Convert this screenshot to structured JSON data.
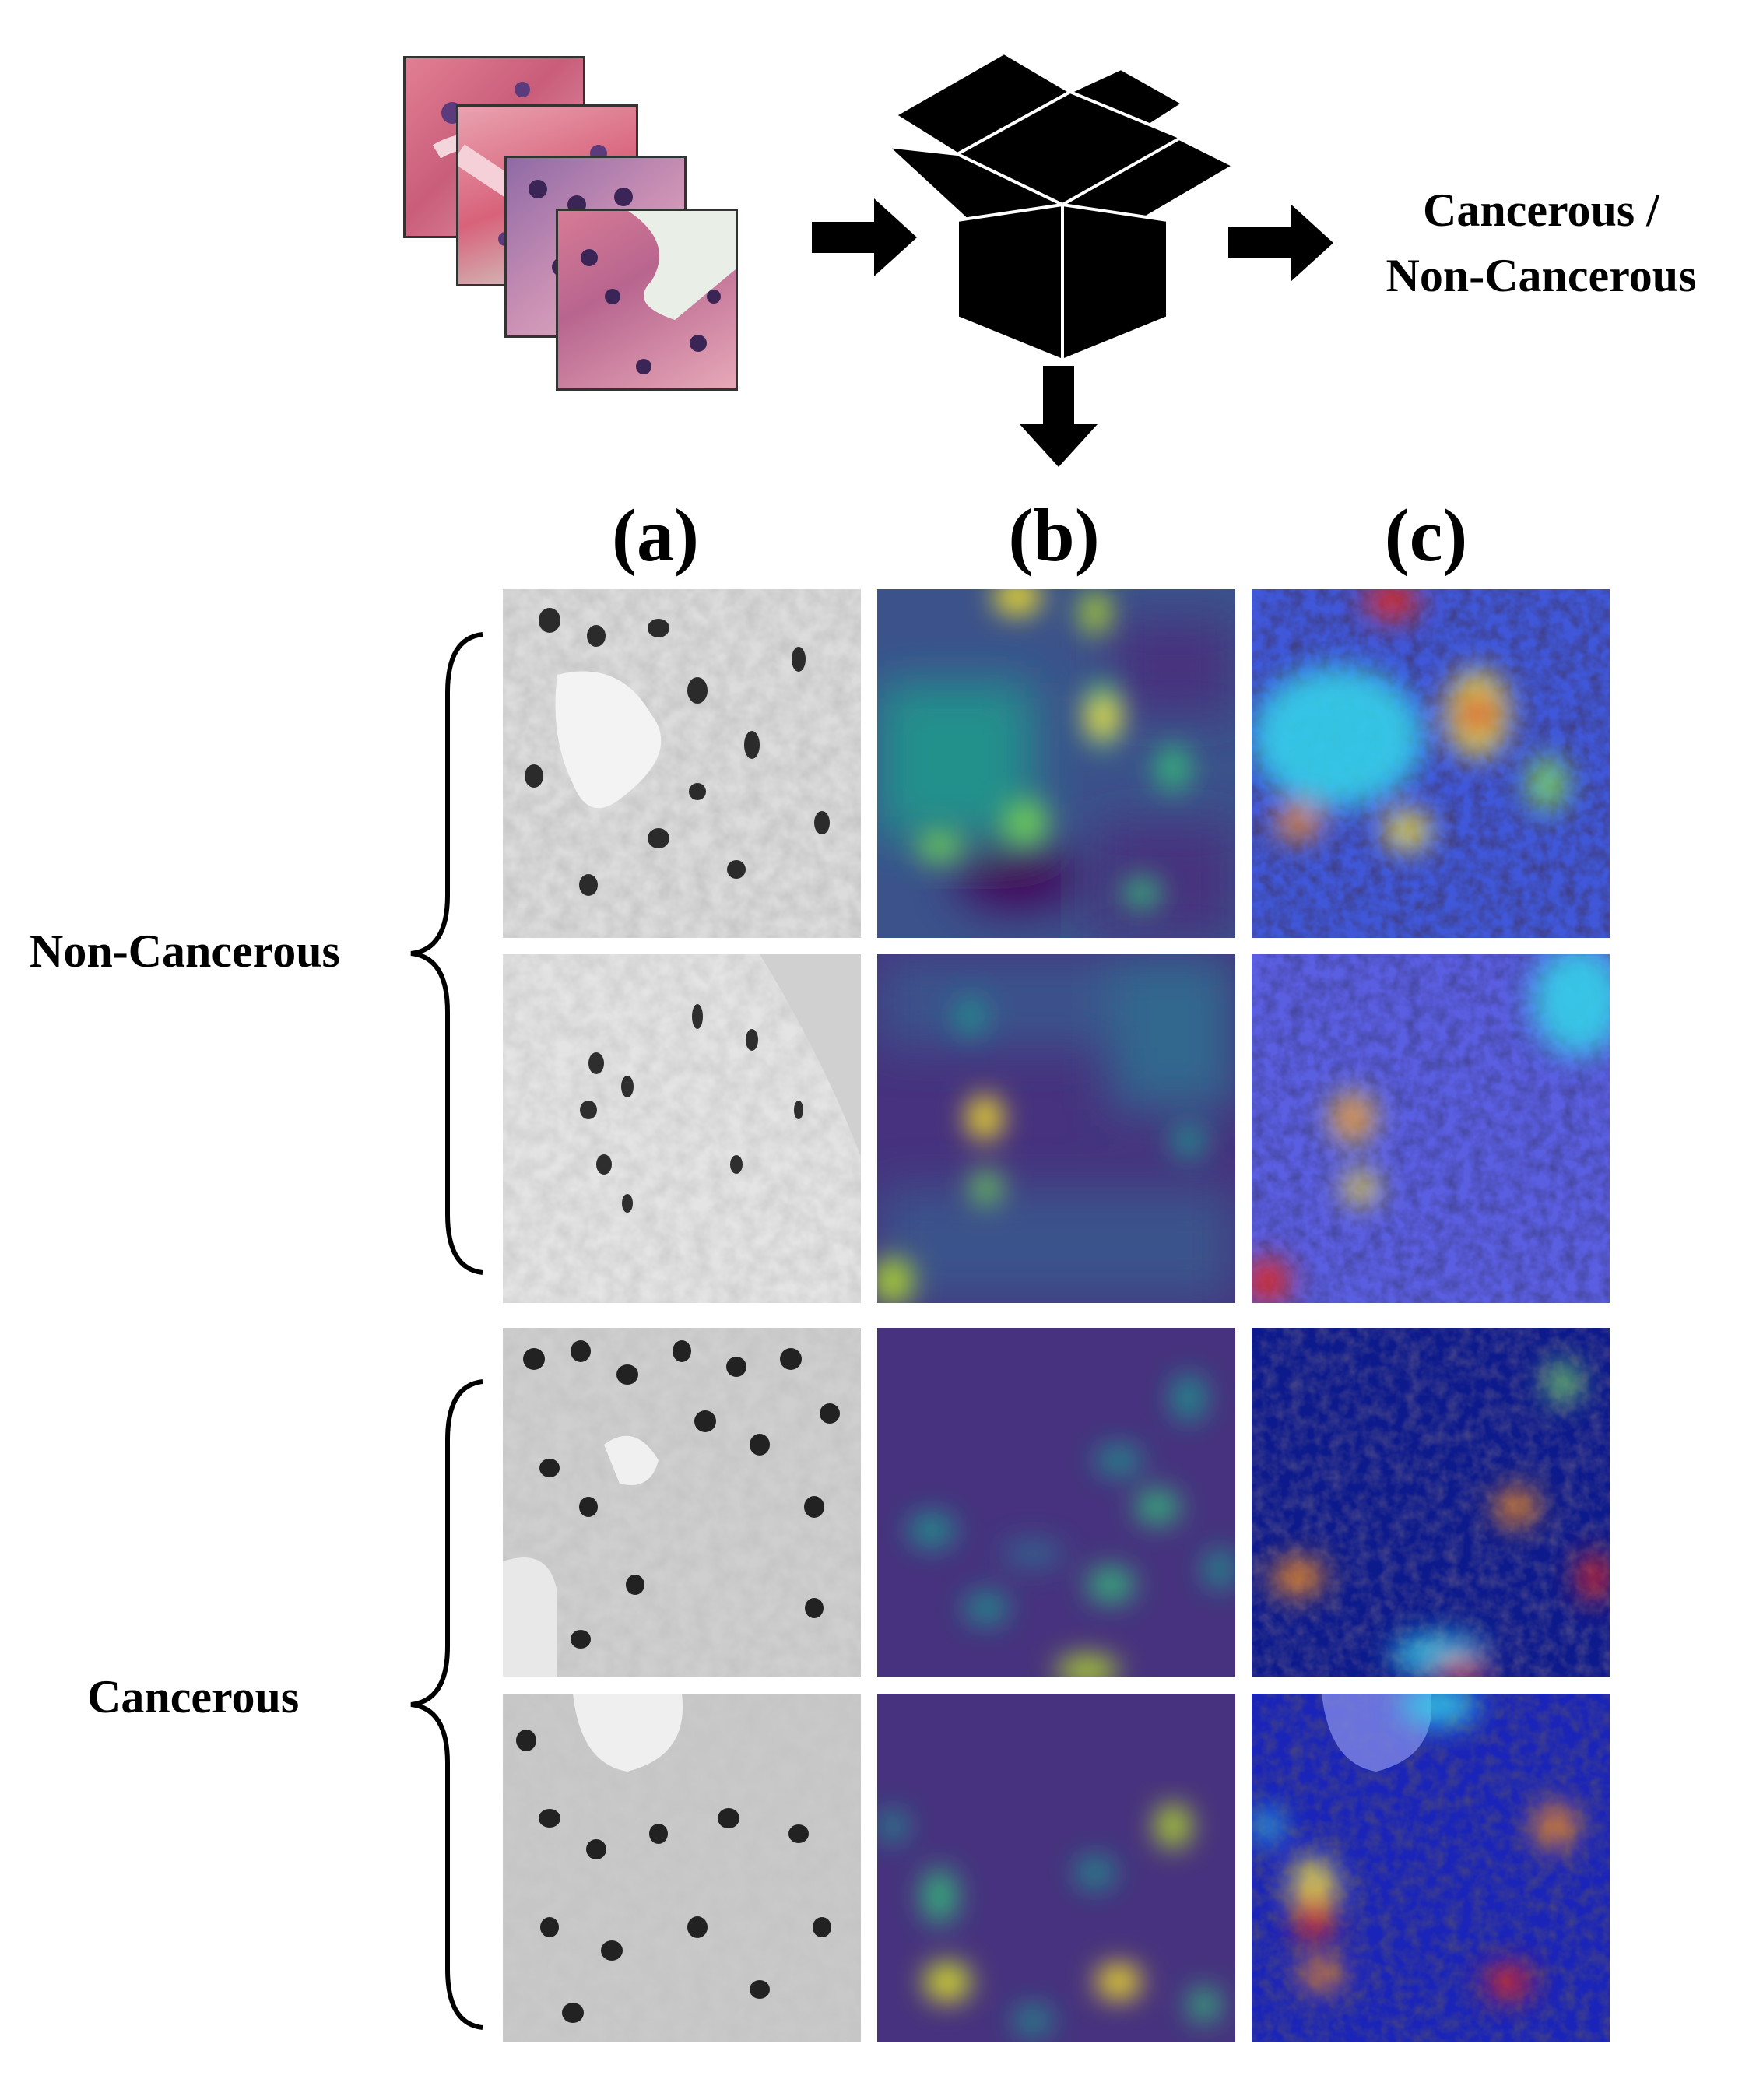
{
  "output_label": {
    "line1": "Cancerous /",
    "line2": "Non-Cancerous"
  },
  "columns": [
    "(a)",
    "(b)",
    "(c)"
  ],
  "groups": [
    {
      "label": "Non-Cancerous"
    },
    {
      "label": "Cancerous"
    }
  ],
  "icons": {
    "input": "histology-slide-stack-icon",
    "model": "black-box-icon",
    "arrow": "arrow-icon"
  },
  "colors": {
    "heatmap_low": "#440154",
    "heatmap_mid": "#21918c",
    "heatmap_high": "#fde725",
    "overlay_low": "#1e2bd9",
    "overlay_high": "#e8261c",
    "he_pink": "#d8627a",
    "he_purple": "#5b3b7c"
  }
}
